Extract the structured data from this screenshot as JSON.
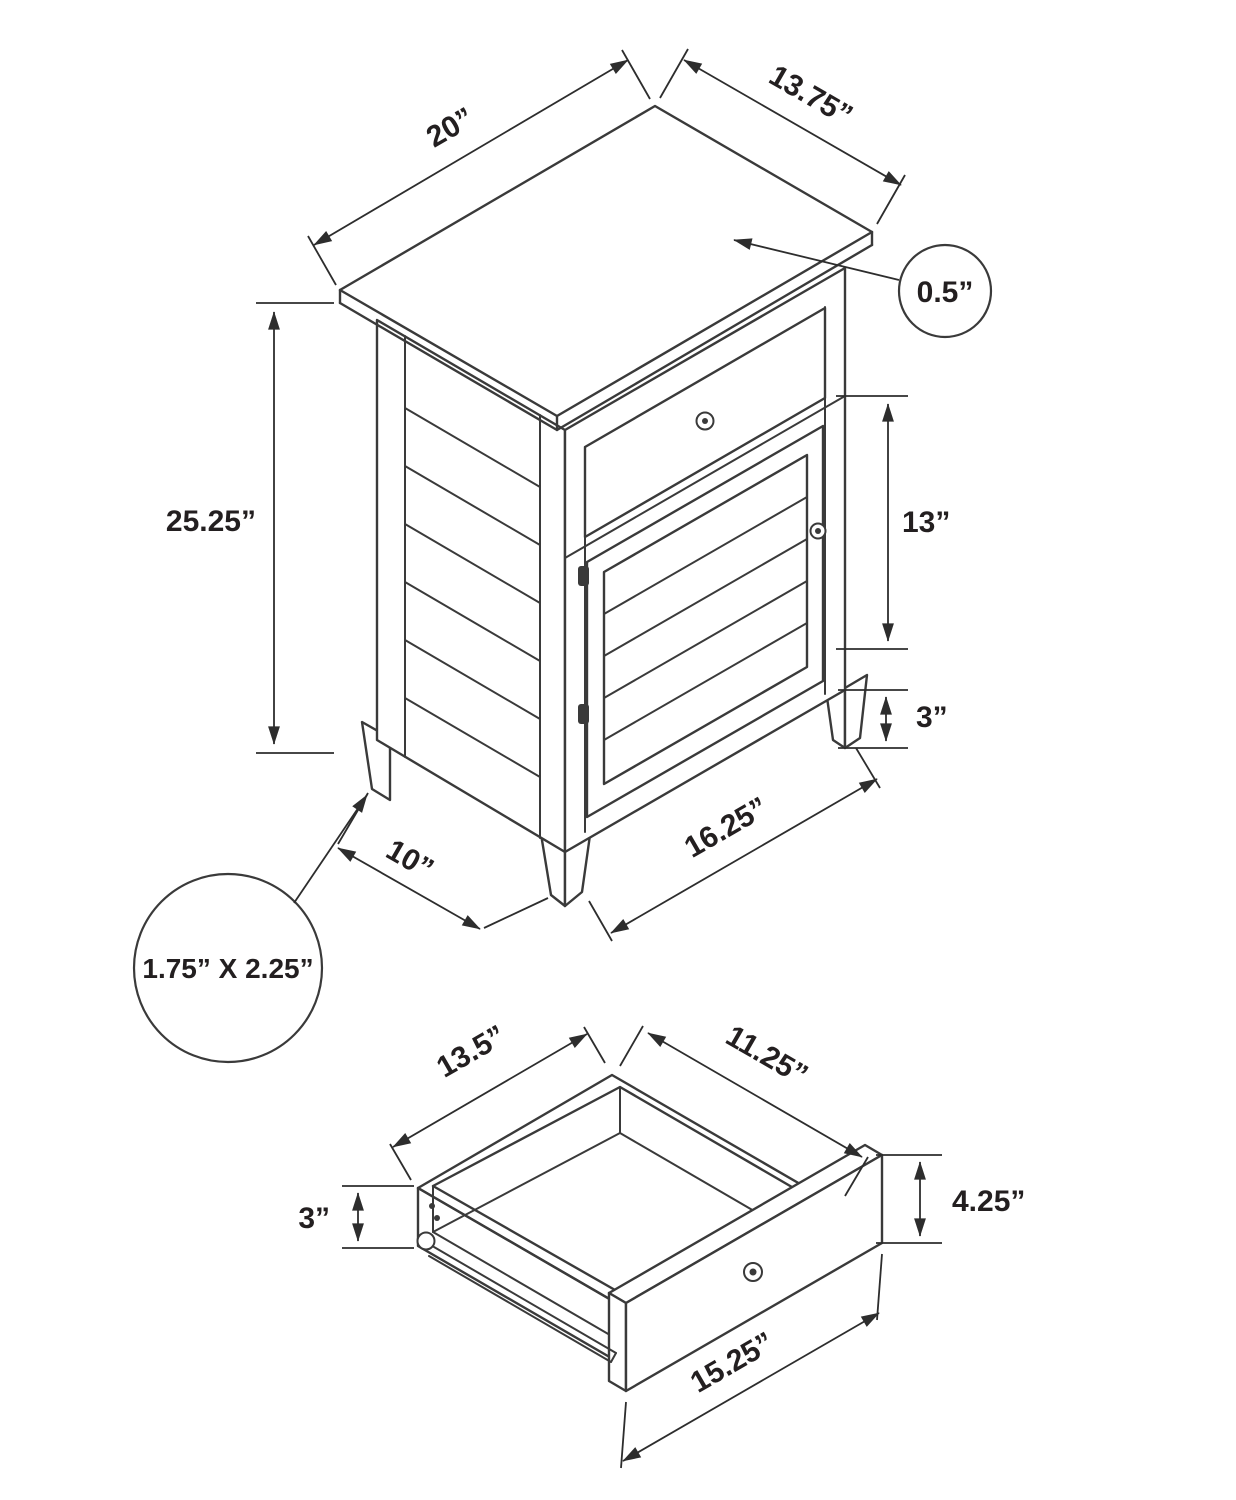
{
  "nightstand": {
    "dims": {
      "top_width": "20”",
      "top_depth": "13.75”",
      "top_thickness": "0.5”",
      "overall_height": "25.25”",
      "door_height": "13”",
      "foot_height": "3”",
      "front_width": "16.25”",
      "side_width": "10”",
      "leg_size": "1.75” X 2.25”"
    }
  },
  "drawer": {
    "dims": {
      "depth": "13.5”",
      "inner_width": "11.25”",
      "side_height": "3”",
      "front_height": "4.25”",
      "front_width": "15.25”"
    }
  },
  "style": {
    "line_color": "#3a3a3a",
    "text_color": "#231f20",
    "background": "#ffffff"
  }
}
